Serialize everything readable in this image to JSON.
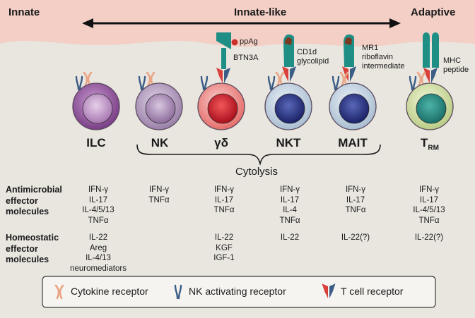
{
  "axis": {
    "left": "Innate",
    "middle": "Innate-like",
    "right": "Adaptive"
  },
  "cells": [
    {
      "key": "ilc",
      "name": "ILC"
    },
    {
      "key": "nk",
      "name": "NK"
    },
    {
      "key": "gd",
      "name": "γδ"
    },
    {
      "key": "nkt",
      "name": "NKT"
    },
    {
      "key": "mait",
      "name": "MAIT"
    },
    {
      "key": "trm",
      "name": "T",
      "sub": "RM"
    }
  ],
  "ligands": {
    "ppag": "ppAg",
    "btn3a": "BTN3A",
    "cd1d": [
      "CD1d",
      "glycolipid"
    ],
    "mr1": [
      "MR1",
      "riboflavin",
      "intermediate"
    ],
    "mhc": [
      "MHC",
      "peptide"
    ]
  },
  "cytolysis": "Cytolysis",
  "rows": {
    "antimicrobial": {
      "label": [
        "Antimicrobial",
        "effector",
        "molecules"
      ],
      "values": [
        [
          "IFN-γ",
          "IL-17",
          "IL-4/5/13",
          "TNFα"
        ],
        [
          "IFN-γ",
          "TNFα"
        ],
        [
          "IFN-γ",
          "IL-17",
          "TNFα"
        ],
        [
          "IFN-γ",
          "IL-17",
          "IL-4",
          "TNFα"
        ],
        [
          "IFN-γ",
          "IL-17",
          "TNFα"
        ],
        [
          "IFN-γ",
          "IL-17",
          "IL-4/5/13",
          "TNFα"
        ]
      ]
    },
    "homeostatic": {
      "label": [
        "Homeostatic",
        "effector",
        "molecules"
      ],
      "values": [
        [
          "IL-22",
          "Areg",
          "IL-4/13",
          "neuromediators"
        ],
        [],
        [
          "IL-22",
          "KGF",
          "IGF-1"
        ],
        [
          "IL-22"
        ],
        [
          "IL-22(?)"
        ],
        [
          "IL-22(?)"
        ]
      ]
    }
  },
  "legend": {
    "cytokine": "Cytokine receptor",
    "nk": "NK activating receptor",
    "tcr": "T cell receptor"
  },
  "colors": {
    "band": "#f3cfc6",
    "background": "#e9e6e0",
    "teal": "#1f8f86",
    "tcr_red": "#d9403c",
    "tcr_blue": "#3b5d86",
    "cytokine": "#e9a585",
    "ligand_brown": "#7a3b22"
  }
}
